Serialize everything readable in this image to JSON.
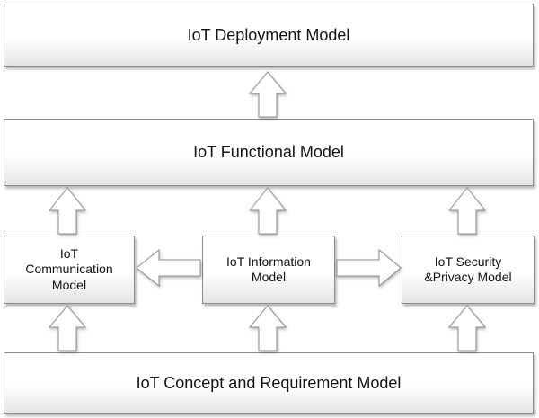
{
  "diagram": {
    "boxes": {
      "deployment": "IoT Deployment Model",
      "functional": "IoT Functional Model",
      "communication": "IoT\nCommunication\nModel",
      "information": "IoT Information\nModel",
      "security": "IoT Security\n&Privacy Model",
      "concept": "IoT Concept and Requirement Model"
    }
  }
}
